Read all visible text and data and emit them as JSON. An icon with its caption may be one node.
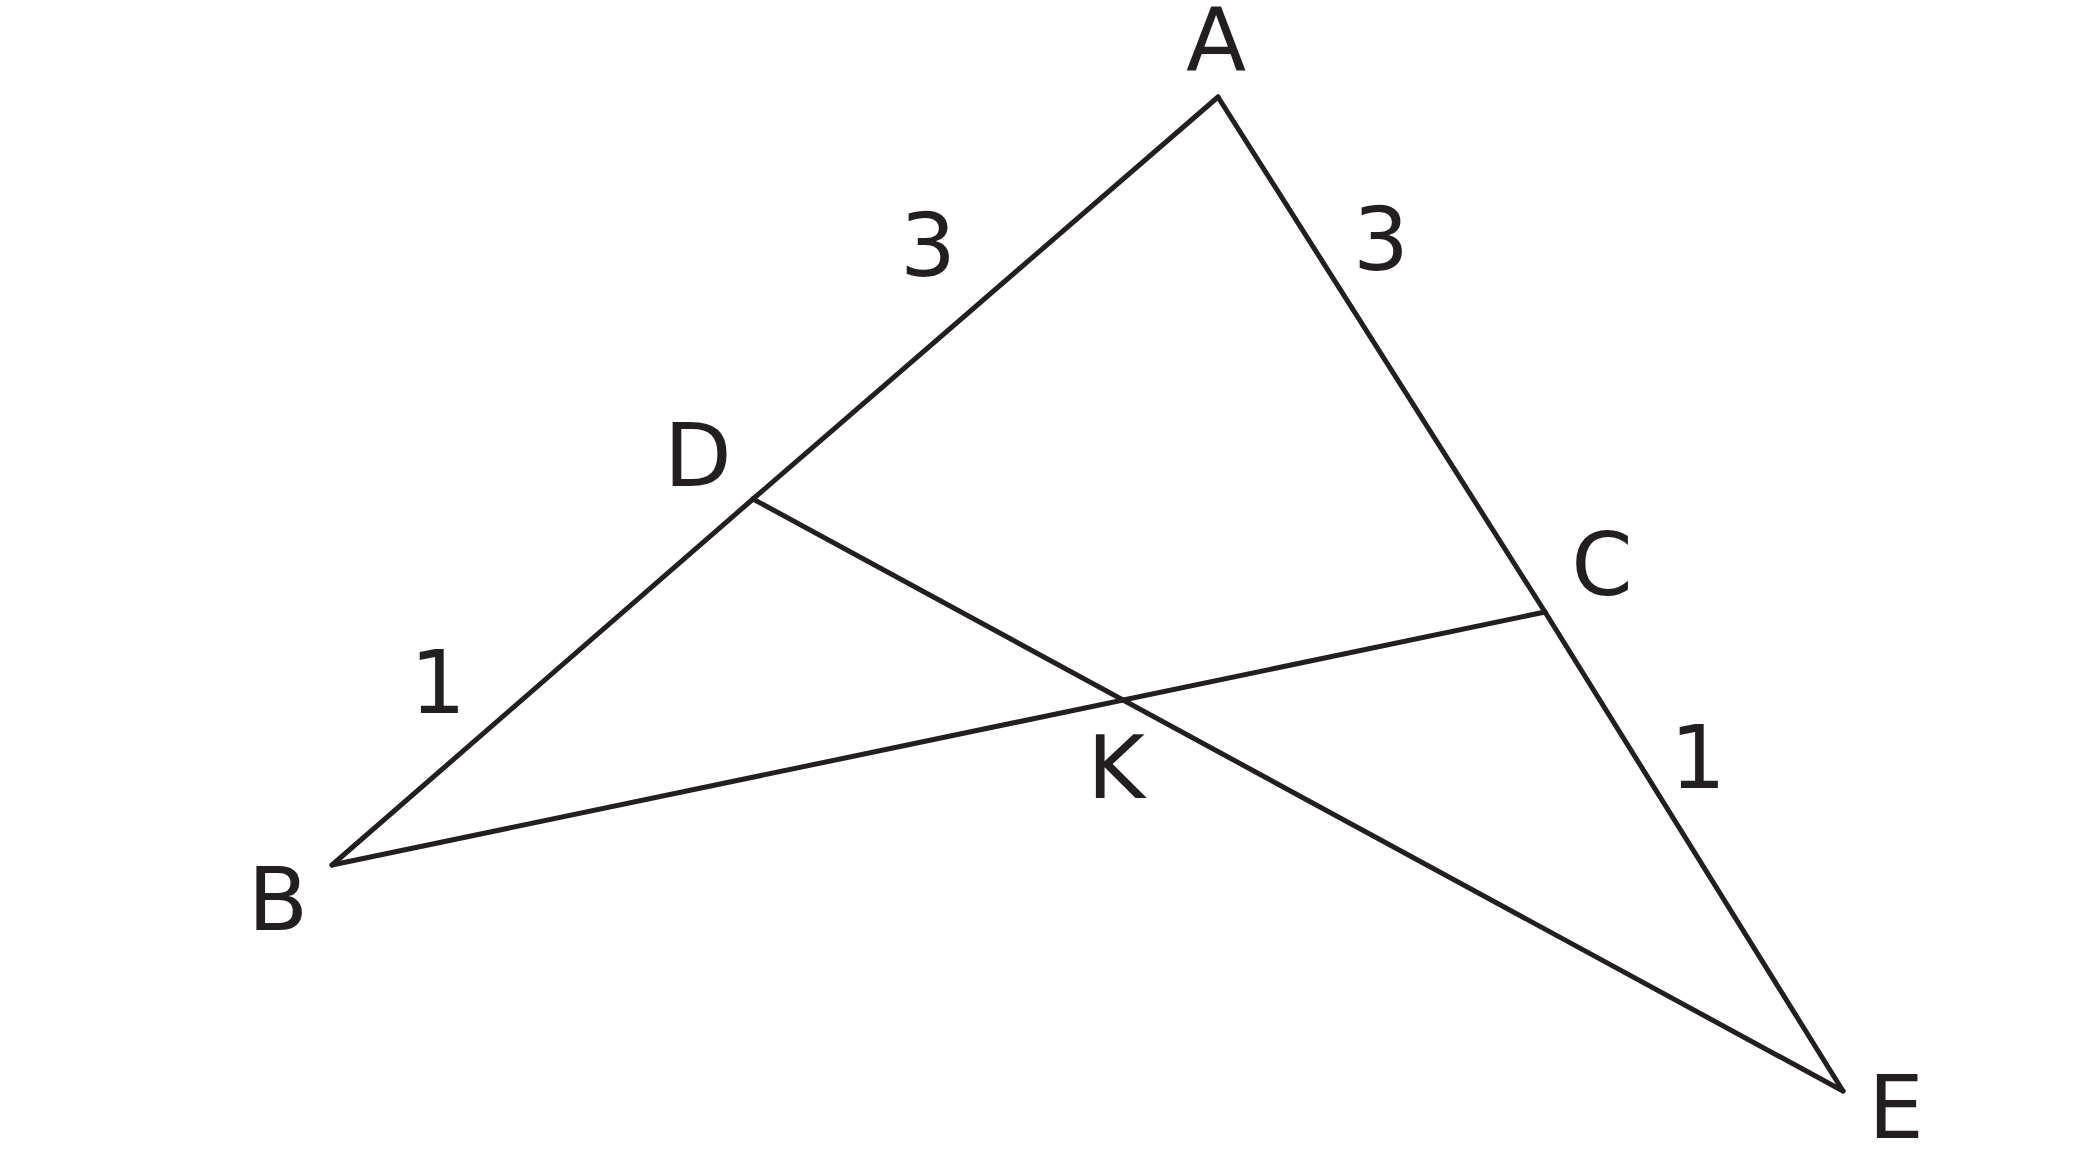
{
  "diagram": {
    "nodes": [
      {
        "text": [
          "A"
        ]
      },
      {
        "text": [
          "D"
        ]
      },
      {
        "text": [
          "C"
        ]
      },
      {
        "text": [
          "K"
        ]
      },
      {
        "text": [
          "B"
        ]
      },
      {
        "text": [
          "E"
        ]
      }
    ],
    "edges": [
      {
        "from": 0,
        "to": 1,
        "arrow": "none"
      },
      {
        "from": 1,
        "to": 4,
        "arrow": "none"
      },
      {
        "from": 0,
        "to": 2,
        "arrow": "none"
      },
      {
        "from": 2,
        "to": 5,
        "arrow": "none"
      },
      {
        "from": 4,
        "to": 2,
        "arrow": "none"
      },
      {
        "from": 1,
        "to": 5,
        "arrow": "none"
      }
    ],
    "labels": [
      "3",
      "3",
      "1",
      "1"
    ]
  }
}
